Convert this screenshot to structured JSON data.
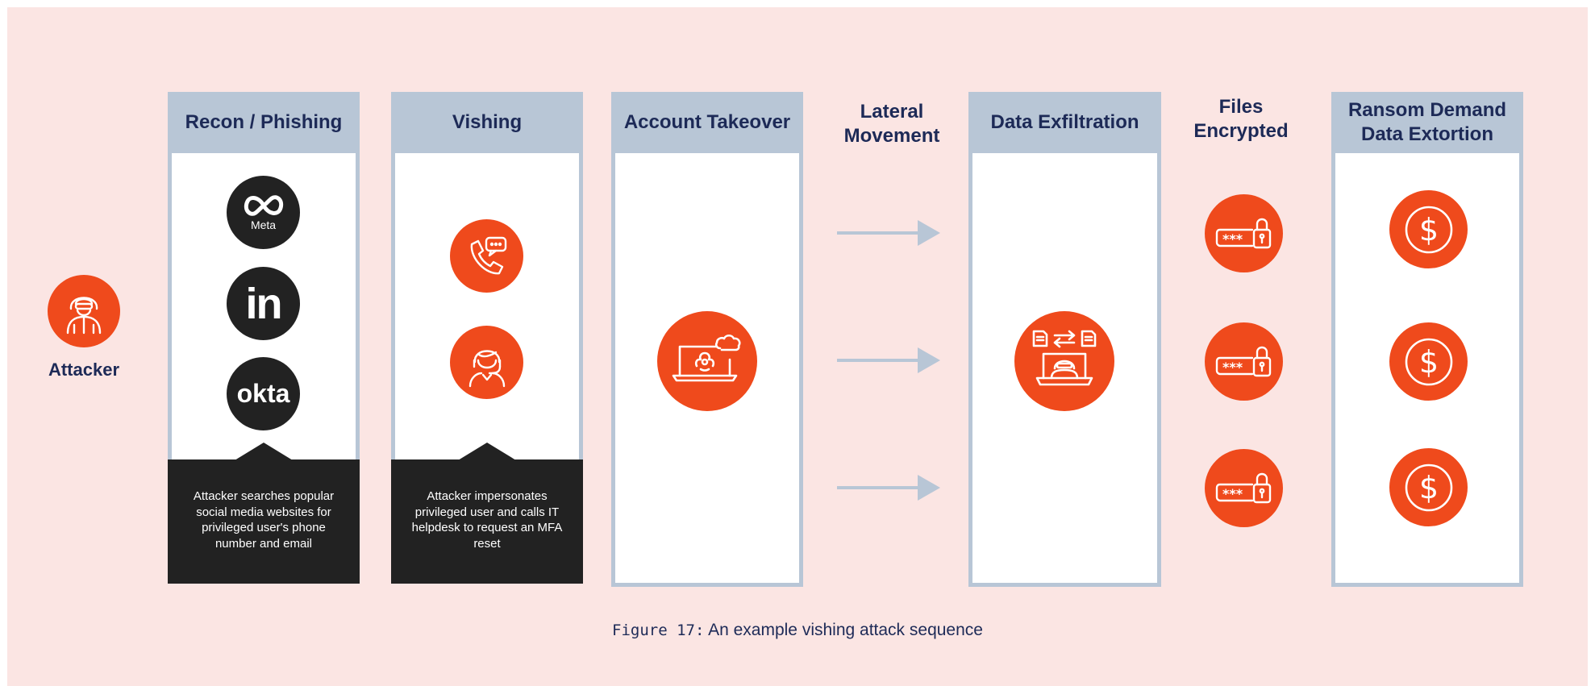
{
  "attacker": {
    "label": "Attacker"
  },
  "columns": {
    "recon": {
      "title": "Recon / Phishing",
      "logos": {
        "meta": "Meta",
        "linkedin": "in",
        "okta": "okta"
      },
      "caption": "Attacker searches popular social media websites for privileged user's phone number and email"
    },
    "vishing": {
      "title": "Vishing",
      "caption": "Attacker impersonates privileged user and calls IT helpdesk to request an MFA reset"
    },
    "takeover": {
      "title": "Account Takeover"
    },
    "lateral": {
      "title": "Lateral Movement"
    },
    "exfil": {
      "title": "Data Exfiltration"
    },
    "encrypted": {
      "title": "Files Encrypted"
    },
    "ransom": {
      "title": "Ransom Demand Data Extortion"
    }
  },
  "icons": {
    "attacker": "hooded-hacker-icon",
    "phone": "phone-chat-icon",
    "helpdesk": "support-agent-icon",
    "takeover": "infected-laptop-cloud-icon",
    "exfil": "laptop-data-transfer-icon",
    "password_lock": "password-lock-icon",
    "dollar": "dollar-coin-icon",
    "arrow": "right-arrow-icon"
  },
  "colors": {
    "accent": "#ef4a1c",
    "header": "#b8c6d6",
    "title_text": "#1d2a57",
    "caption_bg": "#222222",
    "panel_bg": "#fbe5e3"
  },
  "figure": {
    "prefix": "Figure 17:",
    "text": "An example vishing attack sequence"
  }
}
